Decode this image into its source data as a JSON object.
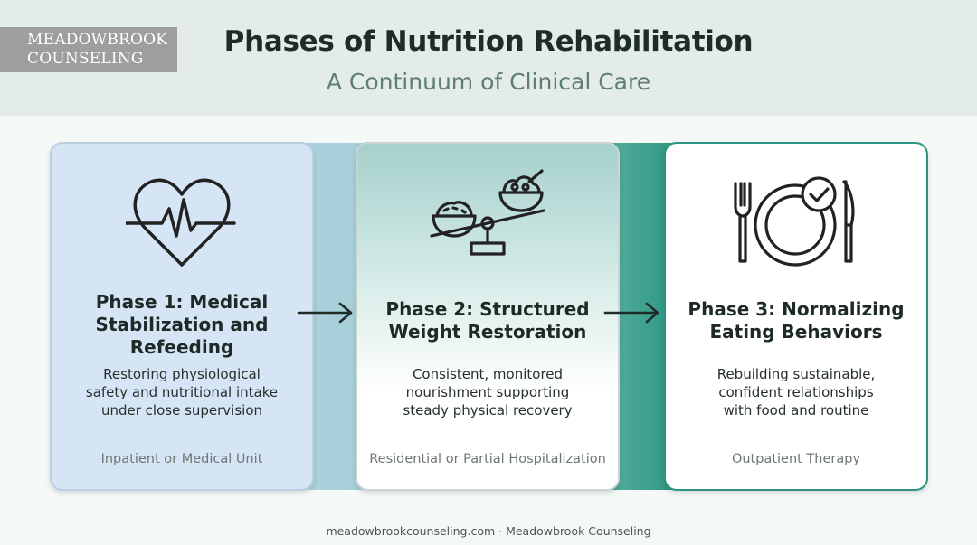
{
  "brand": {
    "line1": "MEADOWBROOK",
    "line2": "COUNSELING"
  },
  "header": {
    "title": "Phases of Nutrition Rehabilitation",
    "subtitle": "A Continuum of Clinical Care"
  },
  "phases": [
    {
      "icon": "heart-pulse-icon",
      "title_lines": [
        "Phase 1: Medical",
        "Stabilization and",
        "Refeeding"
      ],
      "desc_lines": [
        "Restoring physiological",
        "safety and nutritional intake",
        "under close supervision"
      ],
      "setting": "Inpatient or Medical Unit"
    },
    {
      "icon": "food-balance-scale-icon",
      "title_lines": [
        "Phase 2: Structured",
        "Weight Restoration"
      ],
      "desc_lines": [
        "Consistent, monitored",
        "nourishment supporting",
        "steady physical recovery"
      ],
      "setting": "Residential or Partial Hospitalization"
    },
    {
      "icon": "plate-checkmark-icon",
      "title_lines": [
        "Phase 3: Normalizing",
        "Eating Behaviors"
      ],
      "desc_lines": [
        "Rebuilding sustainable,",
        "confident relationships",
        "with food and routine"
      ],
      "setting": "Outpatient Therapy"
    }
  ],
  "footer": "meadowbrookcounseling.com · Meadowbrook Counseling",
  "colors": {
    "accent_teal": "#1f8d77",
    "phase1_bg": "#d5e5f6",
    "header_bg": "#e4ece8",
    "logo_bg": "#9e9e9e"
  }
}
